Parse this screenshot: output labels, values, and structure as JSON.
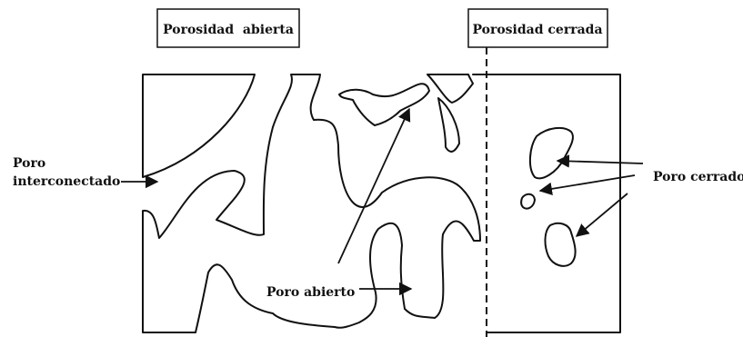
{
  "headers": {
    "open": "Porosidad  abierta",
    "closed": "Porosidad cerrada"
  },
  "labels": {
    "interconnected_line1": "Poro",
    "interconnected_line2": "interconectado",
    "open_pore": "Poro abierto",
    "closed_pore": "Poro cerrado"
  }
}
